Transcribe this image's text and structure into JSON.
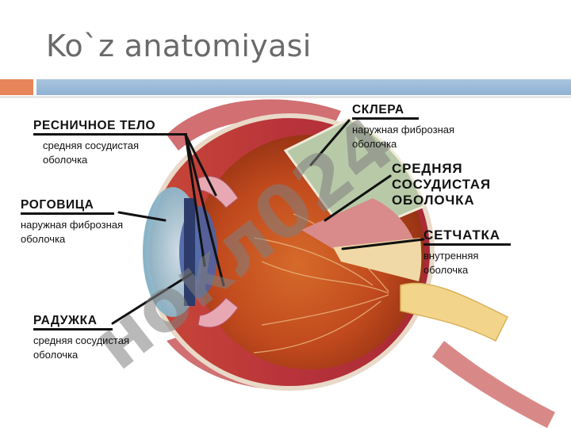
{
  "slide": {
    "title": "Ko`z anatomiyasi"
  },
  "labels": {
    "ciliary_body": {
      "heading": "РЕСНИЧНОЕ ТЕЛО",
      "sub1": "средняя сосудистая",
      "sub2": "оболочка"
    },
    "cornea": {
      "heading": "РОГОВИЦА",
      "sub1": "наружная фиброзная",
      "sub2": "оболочка"
    },
    "iris": {
      "heading": "РАДУЖКА",
      "sub1": "средняя сосудистая",
      "sub2": "оболочка"
    },
    "sclera": {
      "heading": "СКЛЕРА",
      "sub1": "наружная фиброзная",
      "sub2": "оболочка"
    },
    "choroid": {
      "line1": "СРЕДНЯЯ",
      "line2": "СОСУДИСТАЯ",
      "line3": "ОБОЛОЧКА"
    },
    "retina": {
      "heading": "СЕТЧАТКА",
      "sub1": "внутренняя",
      "sub2": "оболочка"
    }
  },
  "colors": {
    "title": "#6a6a6a",
    "accent_orange": "#e8845a",
    "accent_blue": "#9bb9d8",
    "watermark": "#7a7a7a"
  }
}
